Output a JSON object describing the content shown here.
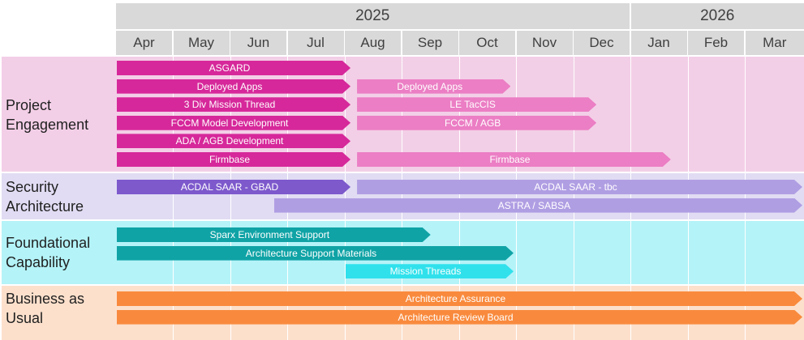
{
  "timeline": {
    "years": [
      {
        "label": "2025",
        "start": 0,
        "end": 4.5
      },
      {
        "label": "2026",
        "start": 4.5,
        "end": 6
      }
    ],
    "months": [
      "Apr",
      "May",
      "Jun",
      "Jul",
      "Aug",
      "Sep",
      "Oct",
      "Nov",
      "Dec",
      "Jan",
      "Feb",
      "Mar"
    ]
  },
  "groups": [
    {
      "label": "Project\nEngagement",
      "color": "#f3cfe7",
      "bars": [
        {
          "label": "ASGARD",
          "start": 0,
          "end": 4.1,
          "row": 0,
          "color": "#d6289a"
        },
        {
          "label": "Deployed Apps",
          "start": 0,
          "end": 4.1,
          "row": 1,
          "color": "#d6289a"
        },
        {
          "label": "Deployed Apps",
          "start": 4.2,
          "end": 6.9,
          "row": 1,
          "color": "#eb7ec4"
        },
        {
          "label": "3 Div Mission Thread",
          "start": 0,
          "end": 4.1,
          "row": 2,
          "color": "#d6289a"
        },
        {
          "label": "LE TacCIS",
          "start": 4.2,
          "end": 8.4,
          "row": 2,
          "color": "#eb7ec4"
        },
        {
          "label": "FCCM Model Development",
          "start": 0,
          "end": 4.1,
          "row": 3,
          "color": "#d6289a"
        },
        {
          "label": "FCCM / AGB",
          "start": 4.2,
          "end": 8.4,
          "row": 3,
          "color": "#eb7ec4"
        },
        {
          "label": "ADA / AGB Development",
          "start": 0,
          "end": 4.1,
          "row": 4,
          "color": "#d6289a"
        },
        {
          "label": "Firmbase",
          "start": 0,
          "end": 4.1,
          "row": 5,
          "color": "#d6289a"
        },
        {
          "label": "Firmbase",
          "start": 4.2,
          "end": 9.7,
          "row": 5,
          "color": "#eb7ec4"
        }
      ]
    },
    {
      "label": "Security\nArchitecture",
      "color": "#e1dcf3",
      "bars": [
        {
          "label": "ACDAL SAAR - GBAD",
          "start": 0,
          "end": 4.1,
          "row": 0,
          "color": "#7d59cc"
        },
        {
          "label": "ACDAL SAAR - tbc",
          "start": 4.2,
          "end": 12,
          "row": 0,
          "color": "#b09ee3"
        },
        {
          "label": "ASTRA / SABSA",
          "start": 2.75,
          "end": 12,
          "row": 1,
          "color": "#b09ee3"
        }
      ]
    },
    {
      "label": "Foundational\nCapability",
      "color": "#b4f3f8",
      "bars": [
        {
          "label": "Sparx Environment Support",
          "start": 0,
          "end": 5.5,
          "row": 0,
          "color": "#10a3a6"
        },
        {
          "label": "Architecture Support Materials",
          "start": 0,
          "end": 6.95,
          "row": 1,
          "color": "#10a3a6"
        },
        {
          "label": "Mission Threads",
          "start": 4.0,
          "end": 6.95,
          "row": 2,
          "color": "#30e1ec"
        }
      ]
    },
    {
      "label": "Business as\nUsual",
      "color": "#fce0cc",
      "bars": [
        {
          "label": "Architecture Assurance",
          "start": 0,
          "end": 12,
          "row": 0,
          "color": "#f98a3d"
        },
        {
          "label": "Architecture Review Board",
          "start": 0,
          "end": 12,
          "row": 1,
          "color": "#f98a3d"
        }
      ]
    }
  ]
}
